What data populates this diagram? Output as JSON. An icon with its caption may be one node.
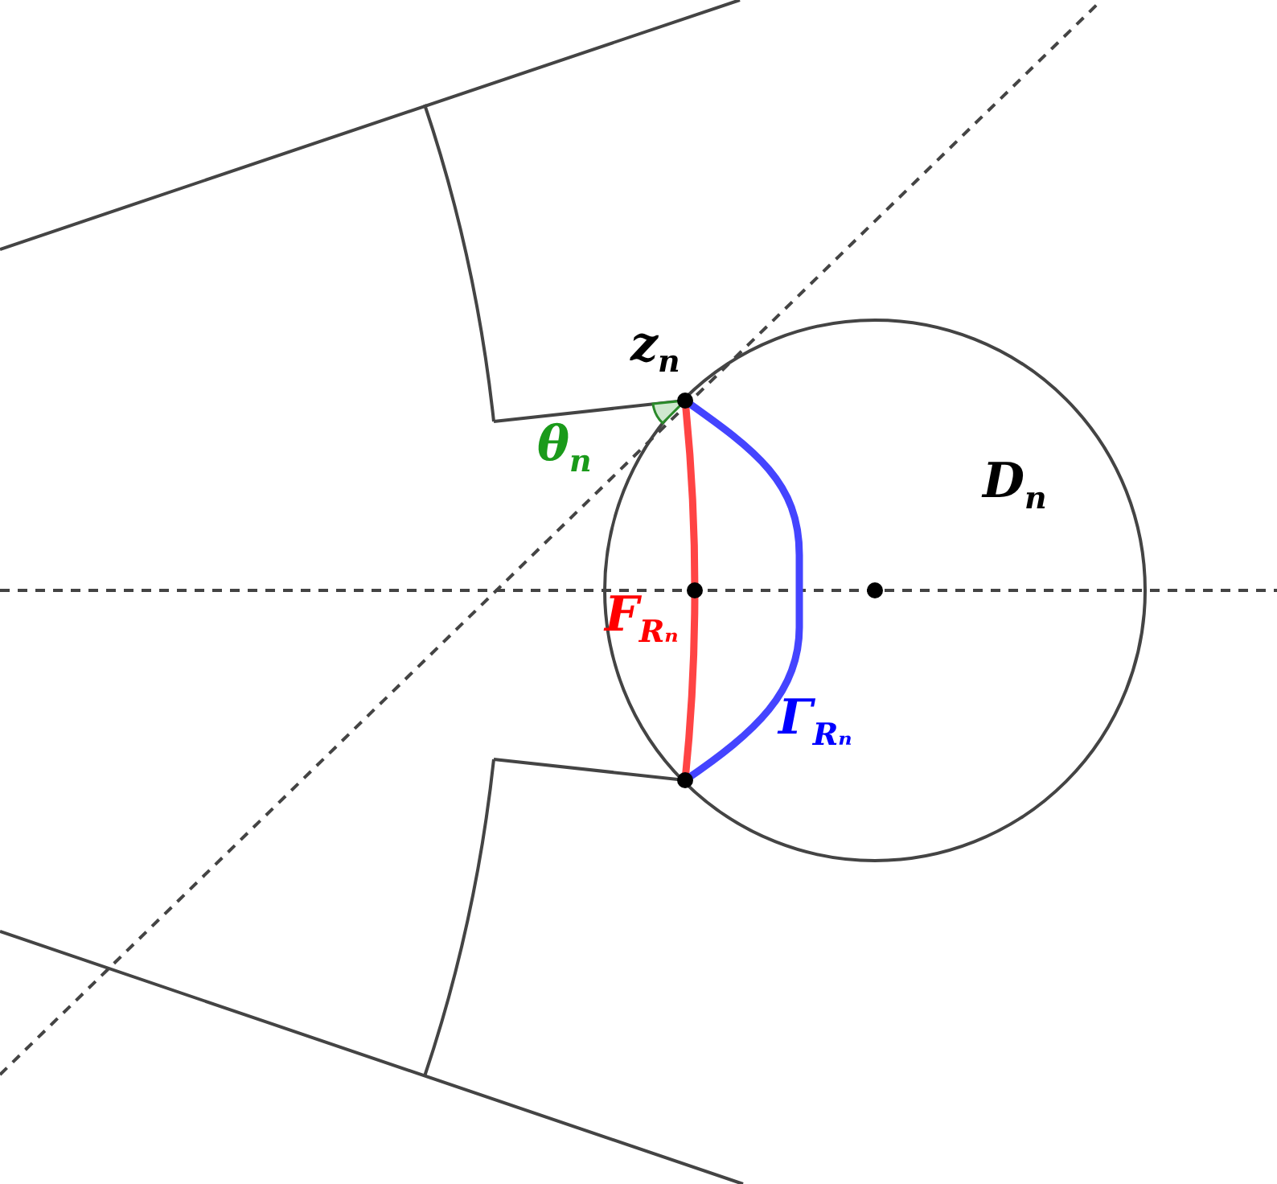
{
  "diagram": {
    "labels": [
      "z$_{n}$",
      "θ$_{n}$",
      "D$_{n}$",
      "F$_{Rₙ}$",
      "Γ$_{Rₙ}$"
    ]
  }
}
